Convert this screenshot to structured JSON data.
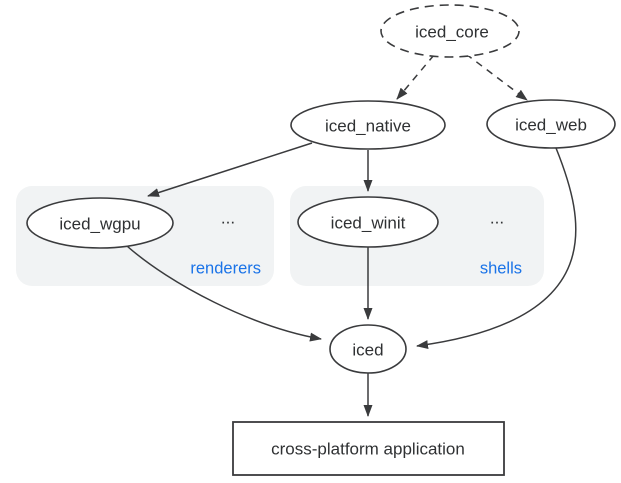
{
  "nodes": {
    "iced_core": {
      "label": "iced_core"
    },
    "iced_native": {
      "label": "iced_native"
    },
    "iced_web": {
      "label": "iced_web"
    },
    "iced_wgpu": {
      "label": "iced_wgpu"
    },
    "iced_winit": {
      "label": "iced_winit"
    },
    "iced": {
      "label": "iced"
    },
    "application": {
      "label": "cross-platform application"
    }
  },
  "groups": {
    "renderers": {
      "label": "renderers",
      "ellipsis": "..."
    },
    "shells": {
      "label": "shells",
      "ellipsis": "..."
    }
  },
  "edges": [
    {
      "from": "iced_core",
      "to": "iced_native",
      "style": "dashed"
    },
    {
      "from": "iced_core",
      "to": "iced_web",
      "style": "dashed"
    },
    {
      "from": "iced_native",
      "to": "iced_wgpu",
      "style": "solid"
    },
    {
      "from": "iced_native",
      "to": "iced_winit",
      "style": "solid"
    },
    {
      "from": "iced_wgpu",
      "to": "iced",
      "style": "solid"
    },
    {
      "from": "iced_winit",
      "to": "iced",
      "style": "solid"
    },
    {
      "from": "iced_web",
      "to": "iced",
      "style": "solid"
    },
    {
      "from": "iced",
      "to": "application",
      "style": "solid"
    }
  ],
  "colors": {
    "stroke": "#3a3b3d",
    "text": "#2f3133",
    "group_label_blue": "#1a73e8",
    "group_fill": "#f1f3f4",
    "background": "#ffffff"
  }
}
